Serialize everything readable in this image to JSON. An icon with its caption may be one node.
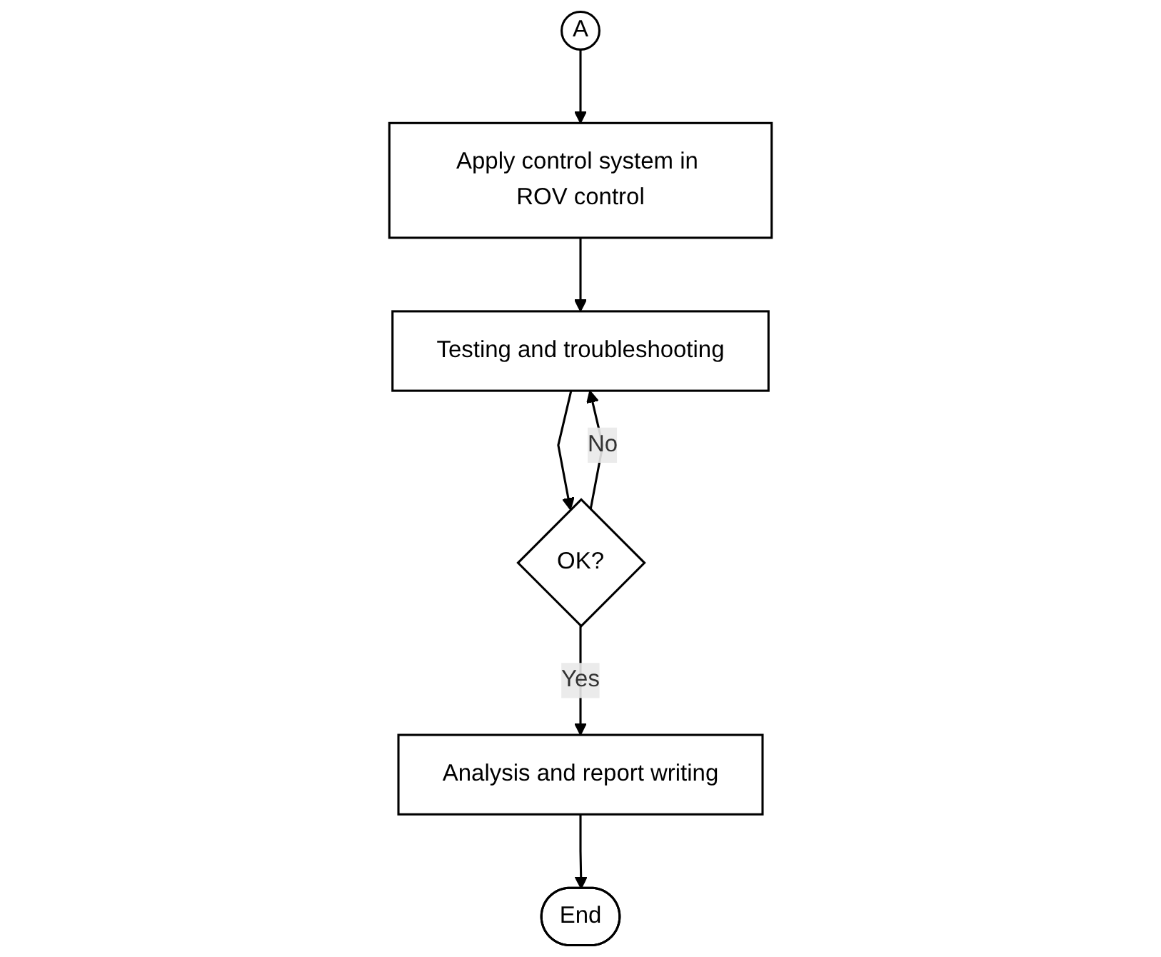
{
  "diagram": {
    "nodes": [
      {
        "text": [
          "A"
        ]
      },
      {
        "text": [
          "Apply control system in ROV control"
        ]
      },
      {
        "text": [
          "Testing and troubleshooting"
        ]
      },
      {
        "text": [
          "OK?"
        ]
      },
      {
        "text": [
          "Analysis and report writing"
        ]
      },
      {
        "text": [
          "End"
        ]
      }
    ],
    "edges": [
      {
        "from": 0,
        "to": 1,
        "arrow": "to"
      },
      {
        "from": 1,
        "to": 2,
        "arrow": "to"
      },
      {
        "from": 2,
        "to": 3,
        "arrow": "to"
      },
      {
        "from": 3,
        "to": 2,
        "arrow": "to",
        "label": "No"
      },
      {
        "from": 3,
        "to": 4,
        "arrow": "to",
        "label": "Yes"
      },
      {
        "from": 4,
        "to": 5,
        "arrow": "to"
      }
    ]
  }
}
